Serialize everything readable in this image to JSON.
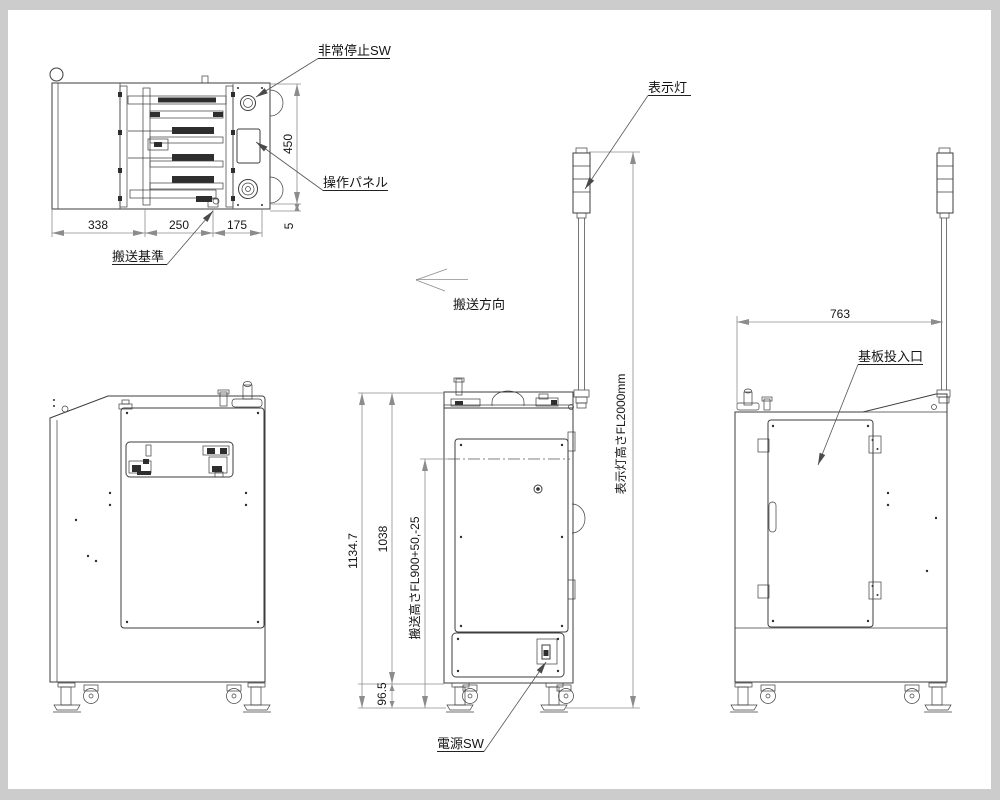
{
  "drawing": {
    "annotations": {
      "emergency_stop": "非常停止SW",
      "operation_panel": "操作パネル",
      "transport_reference": "搬送基準",
      "transport_direction": "搬送方向",
      "indicator_light": "表示灯",
      "indicator_light_height": "表示灯高さFL2000mm",
      "transport_height": "搬送高さFL900+50,-25",
      "board_inlet": "基板投入口",
      "power_switch": "電源SW"
    },
    "dimensions": {
      "plan_width_segments": [
        "338",
        "250",
        "175"
      ],
      "plan_depth": "450",
      "plan_edge_offset": "5",
      "overall_height": "1134.7",
      "body_height": "1038",
      "base_height": "96.5",
      "side_width": "763"
    },
    "colors": {
      "background_frame": "#cccccc",
      "paper": "#ffffff",
      "outline": "#3d3d3d",
      "dimension_line": "#8c8c8c",
      "text": "#151515"
    }
  }
}
